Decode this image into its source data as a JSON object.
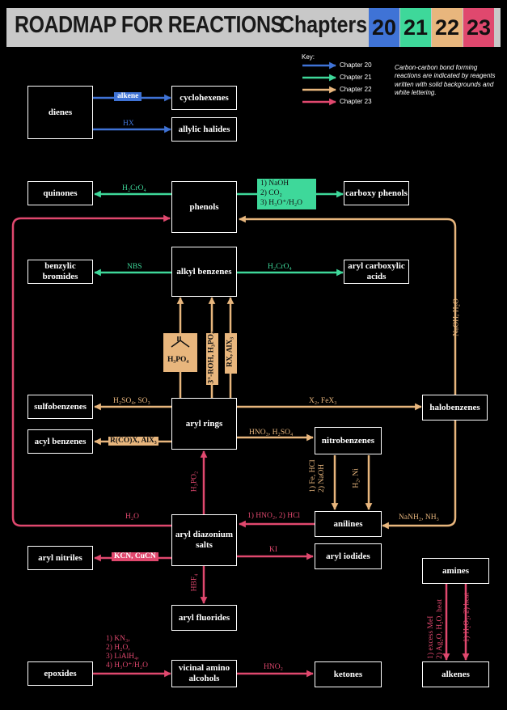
{
  "title": "ROADMAP FOR REACTIONS",
  "chapters_label": "Chapters",
  "chapters": [
    {
      "num": "20",
      "color": "#3f73d6"
    },
    {
      "num": "21",
      "color": "#3ed89a"
    },
    {
      "num": "22",
      "color": "#e8b67d"
    },
    {
      "num": "23",
      "color": "#e0486e"
    }
  ],
  "key": {
    "heading": "Key:",
    "items": [
      "Chapter 20",
      "Chapter 21",
      "Chapter 22",
      "Chapter 23"
    ]
  },
  "note": "Carbon-carbon bond forming reactions are indicated by reagents written with solid backgrounds and white lettering.",
  "nodes": {
    "dienes": "dienes",
    "cyclohexenes": "cyclohexenes",
    "allylic_halides": "allylic halides",
    "quinones": "quinones",
    "phenols": "phenols",
    "carboxy_phenols": "carboxy phenols",
    "benzylic_bromides": "benzylic bromides",
    "alkyl_benzenes": "alkyl benzenes",
    "aryl_carboxylic_acids": "aryl carboxylic acids",
    "sulfobenzenes": "sulfobenzenes",
    "aryl_rings": "aryl rings",
    "halobenzenes": "halobenzenes",
    "acyl_benzenes": "acyl benzenes",
    "nitrobenzenes": "nitrobenzenes",
    "anilines": "anilines",
    "aryl_nitriles": "aryl nitriles",
    "aryl_diazonium_salts": "aryl diazonium salts",
    "aryl_iodides": "aryl iodides",
    "aryl_fluorides": "aryl fluorides",
    "amines": "amines",
    "epoxides": "epoxides",
    "vicinal_amino_alcohols": "vicinal amino alcohols",
    "ketones": "ketones",
    "alkenes": "alkenes"
  },
  "reagents": {
    "alkene": "alkene",
    "hx": "HX",
    "h2cro4_quinones": "H₂CrO₄",
    "naoh_co2": [
      "1) NaOH",
      "2) CO₂",
      "3) H₃O⁺/H₂O"
    ],
    "nbs": "NBS",
    "h2cro4_acids": "H₂CrO₄",
    "h3po4": "H₃PO₄",
    "roh": "3°-ROH, H₃PO₄",
    "rx": "RX, AlX₃",
    "sulfonation": "H₂SO₄, SO₃",
    "halogenation": "X₂, FeX₃",
    "acylation": "R(CO)X, AlX₃",
    "nitration": "HNO₃, H₂SO₄",
    "h3po2": "H₃PO₂",
    "fe_hcl": [
      "1) Fe, HCl",
      "2) NaOH"
    ],
    "h2_ni": "H₂, Ni",
    "naoh_h2o": "NaOH, H₂O",
    "h2o": "H₂O",
    "diazotization": "1) HNO₂,  2) HCl",
    "nanh2": "NaNH₂, NH₃",
    "kcn": "KCN, CuCN",
    "ki": "KI",
    "hbf4": "HBF₄",
    "hofmann": [
      "1) excess MeI",
      "2) Ag₂O, H₂O, heat"
    ],
    "cope": "1) H₂O₂,  2) heat",
    "epoxide_steps": [
      "1) KN₃,",
      "2) H₂O,",
      "3) LiAlH₄,",
      "4) H₃O⁺/H₂O"
    ],
    "hno2": "HNO₂"
  }
}
